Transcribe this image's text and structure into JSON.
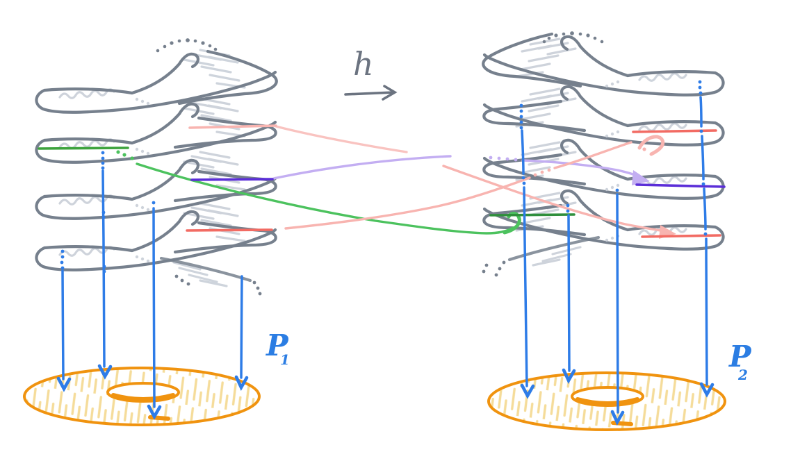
{
  "labels": {
    "map_label": "h",
    "left_projection": {
      "base": "P",
      "sub": "1"
    },
    "right_projection": {
      "base": "P",
      "sub": "2"
    }
  },
  "colors": {
    "spiral_gray": "#76808d",
    "surface_hatch_gray": "#c9cfd8",
    "fiber_blue": "#2e7ce7",
    "annulus_orange": "#f0930f",
    "annulus_hatch_yellow": "#f5dc9a",
    "green_chord_left": "#3da33d",
    "green_chord_right": "#2f8f3c",
    "green_arrow": "#4cc25e",
    "purple_chord": "#5b2ed8",
    "purple_arrow": "#c3aef2",
    "red_chord": "#f26b63",
    "pink_arrow": "#f8b4b0",
    "label_blue": "#2b7de3",
    "label_gray": "#6b7380"
  },
  "diagram": {
    "description": "Two hand-drawn infinite spiral covers with map h between them; colored chords on each sheet are matched by colored arrows; blue fiber lines project down (P1, P2) onto two hatched orange annuli.",
    "left_cover": {
      "chords": [
        "pink chord (top tip)",
        "green chord (second band)",
        "purple chord (third tip)",
        "red chord (fourth tip)"
      ],
      "fibers": 4
    },
    "right_cover": {
      "chords": [
        "red chord (top tip)",
        "purple chord (middle tip)",
        "green chord (third band)",
        "red chord (lower tip)"
      ],
      "fibers": 4
    },
    "arrows": [
      "pink: left pink chord to right lower red chord",
      "light purple: left purple chord to right purple chord",
      "green: left green chord to right green chord",
      "pink: left red chord to right top red chord"
    ]
  }
}
